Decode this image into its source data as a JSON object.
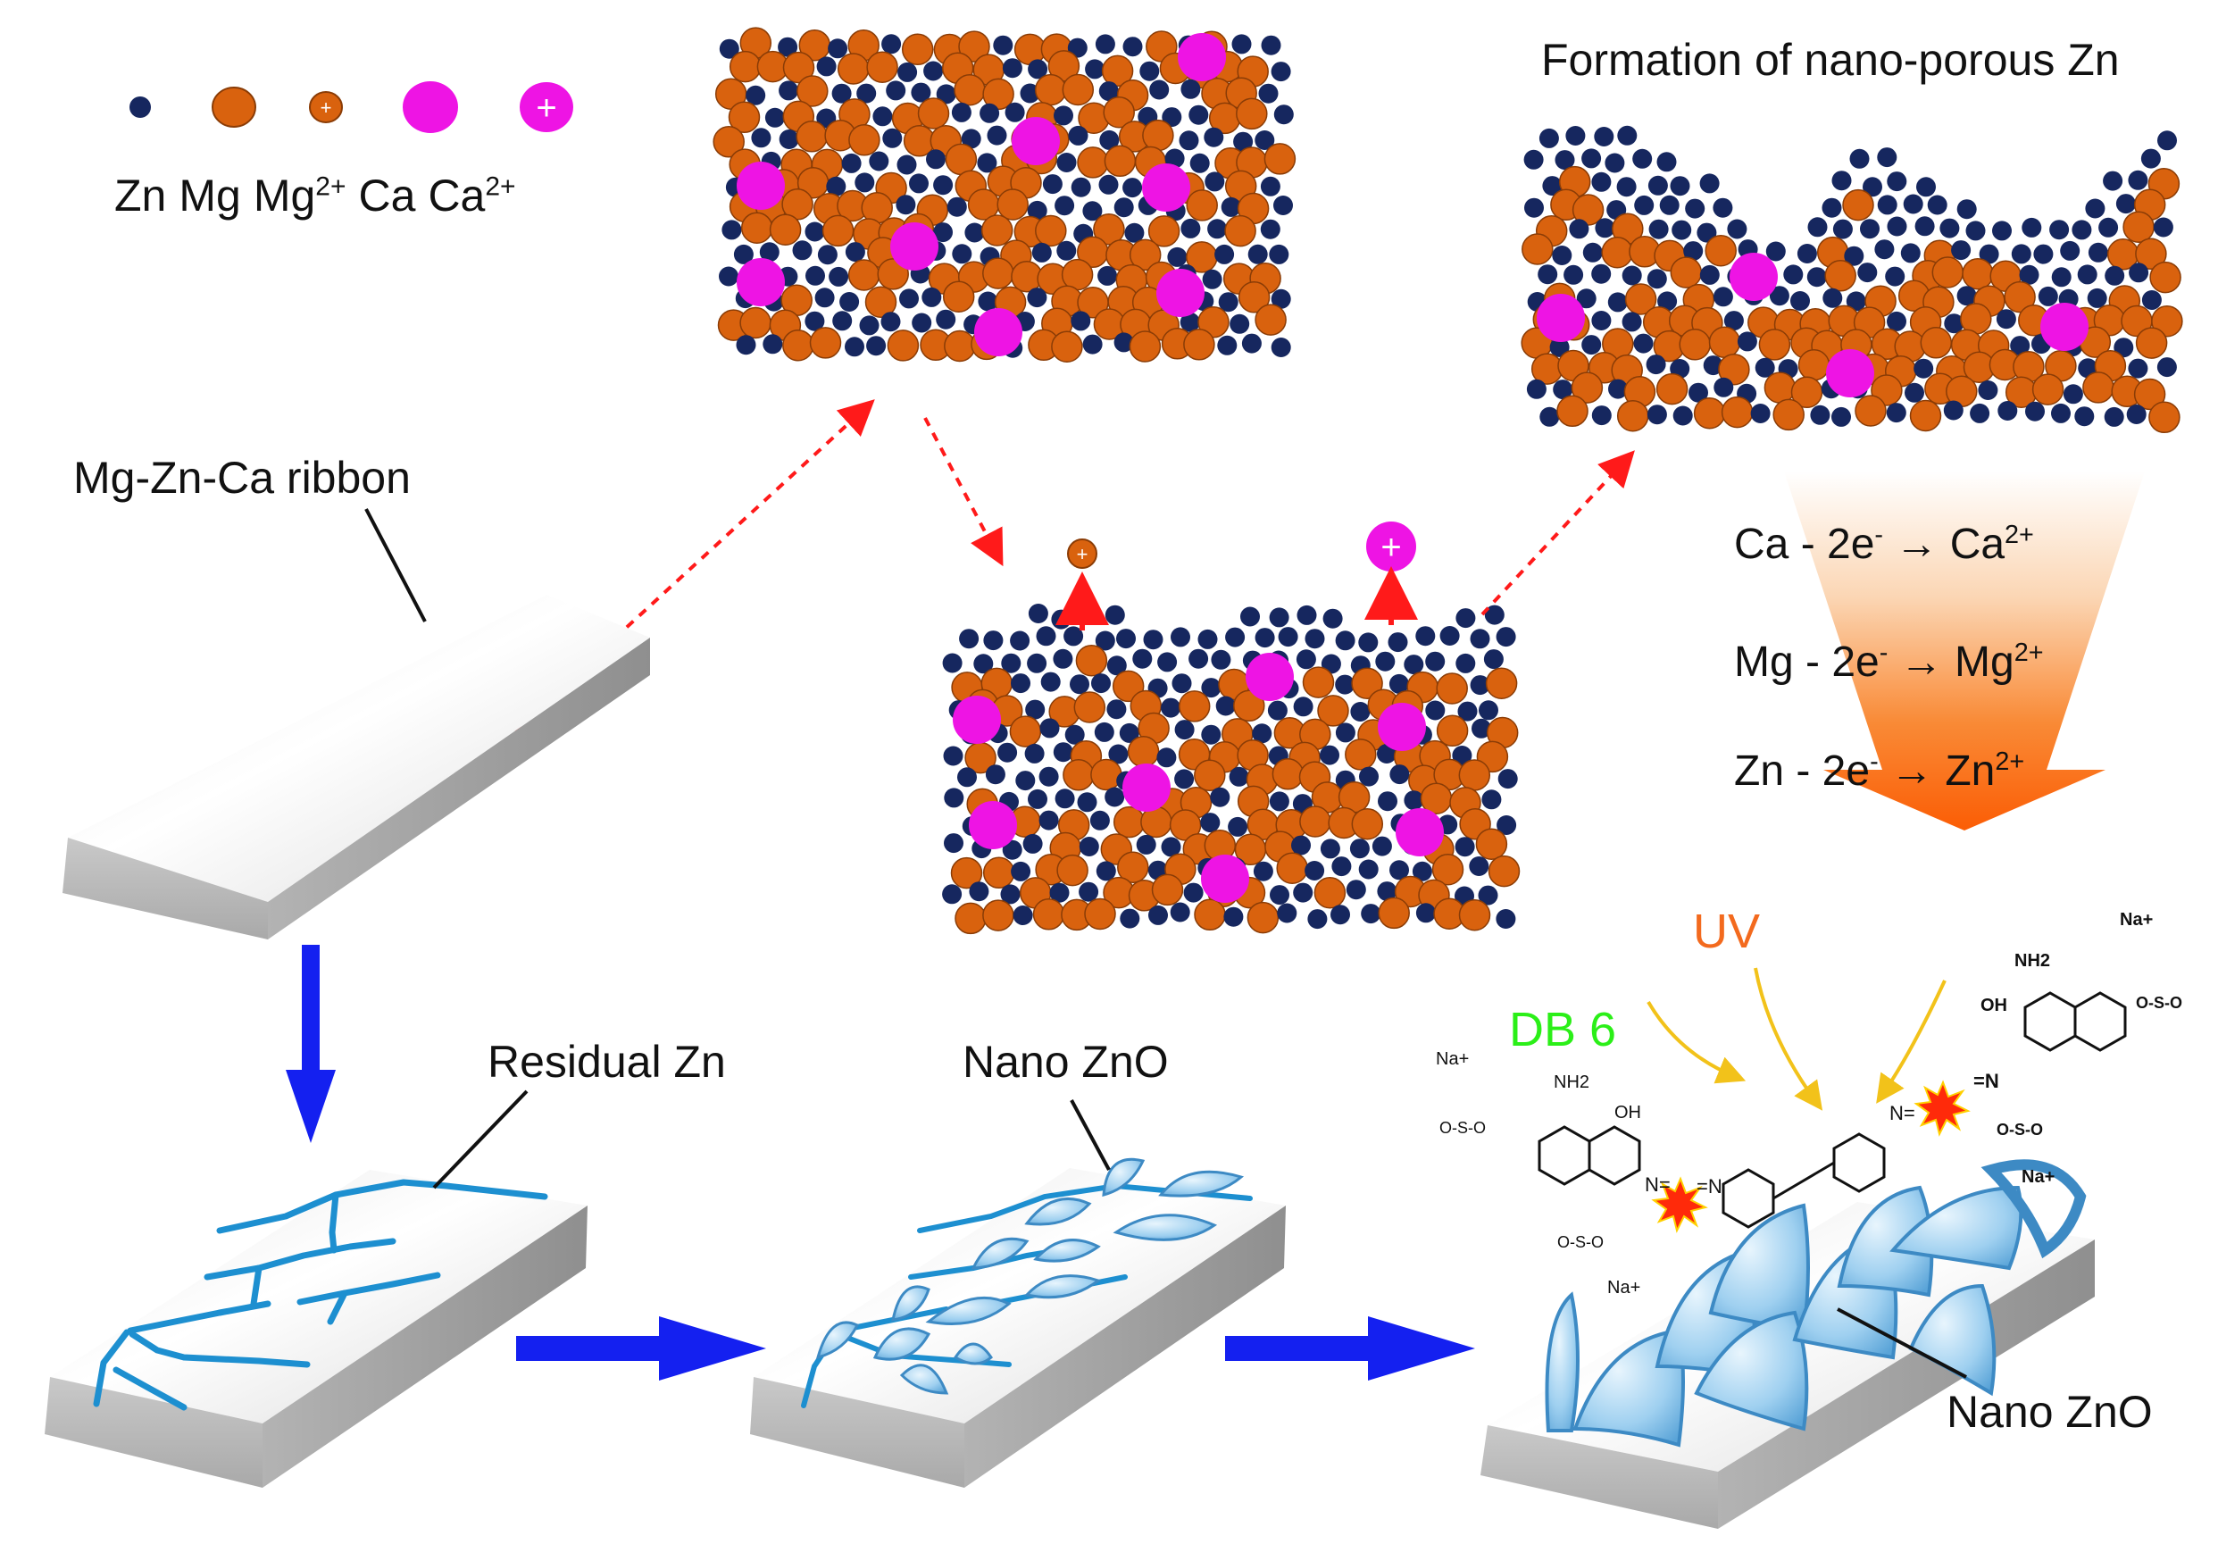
{
  "legend": {
    "items": [
      {
        "name": "Zn"
      },
      {
        "name": "Mg"
      },
      {
        "name": "Mg",
        "charge": "2+"
      },
      {
        "name": "Ca"
      },
      {
        "name": "Ca",
        "charge": "2+"
      }
    ],
    "plus_sign": "+"
  },
  "labels": {
    "ribbon": "Mg-Zn-Ca ribbon",
    "porous_title": "Formation of nano-porous Zn",
    "residual": "Residual Zn",
    "nano_mid": "Nano ZnO",
    "nano_right": "Nano ZnO",
    "uv": "UV",
    "db6": "DB 6"
  },
  "equations": [
    {
      "left": "Ca - 2e",
      "minus": "-",
      "arrow": "→",
      "right": "Ca",
      "charge": "2+"
    },
    {
      "left": "Mg - 2e",
      "minus": "-",
      "arrow": "→",
      "right": "Mg",
      "charge": "2+"
    },
    {
      "left": "Zn - 2e",
      "minus": "-",
      "arrow": "→",
      "right": "Zn",
      "charge": "2+"
    }
  ],
  "molecule": {
    "na_labels": [
      "Na+",
      "Na+",
      "Na+",
      "Na+"
    ],
    "nh2": [
      "NH2",
      "NH2"
    ],
    "oh": [
      "OH",
      "OH"
    ],
    "azo": [
      "N=",
      "=N",
      "N=",
      "=N"
    ],
    "sulfonate": [
      "O-S-O",
      "O-S-O",
      "O-S-O",
      "O-S-O"
    ]
  },
  "colors": {
    "zn": "#16275f",
    "mg": "#d9620e",
    "ca": "#ee14e4",
    "red_arrow": "#ff1a1a",
    "blue_arrow": "#1420f0",
    "uv": "#f36a1e",
    "db6": "#2bef18",
    "uv_arrows": "#f2c21a",
    "zno": "#8ec7ee"
  }
}
